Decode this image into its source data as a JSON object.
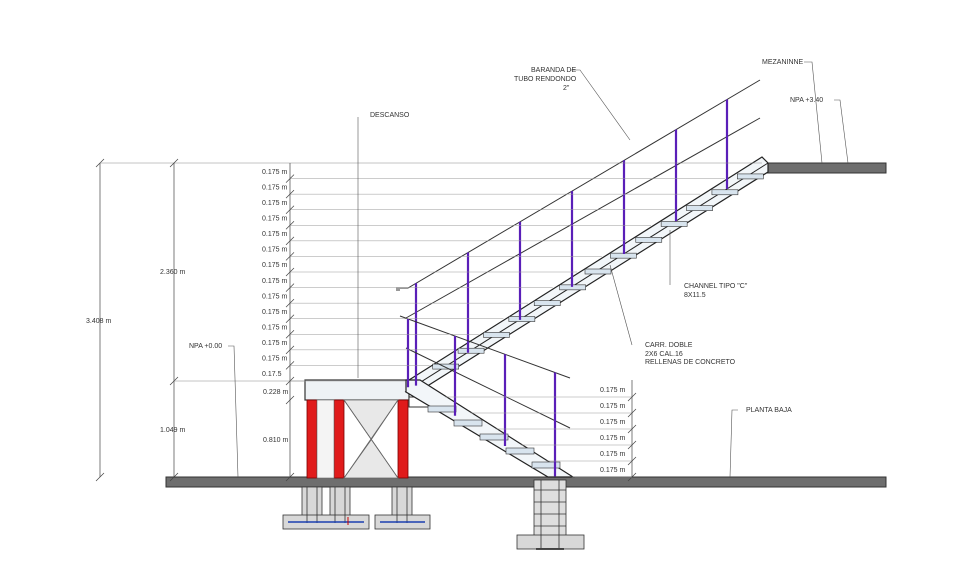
{
  "labels": {
    "mezzanine": "MEZANINNE",
    "npa_top": "NPA +3.40",
    "handrail": [
      "BARANDA DE",
      "TUBO RENDONDO",
      "2\""
    ],
    "landing": "DESCANSO",
    "channel": [
      "CHANNEL TIPO \"C\"",
      "8X11.5"
    ],
    "stringer": [
      "CARR. DOBLE",
      "2X6 CAL.16",
      "RELLENAS DE CONCRETO"
    ],
    "npa_ground": "NPA +0.00",
    "ground_floor": "PLANTA BAJA"
  },
  "dimensions": {
    "total_height": "3.408 m",
    "upper_flight_height": "2.360 m",
    "lower_height": "1.049 m",
    "landing_thickness": "0.228 m",
    "column_height": "0.810 m",
    "upper_risers": [
      "0.175 m",
      "0.175 m",
      "0.175 m",
      "0.175 m",
      "0.175 m",
      "0.175 m",
      "0.175 m",
      "0.175 m",
      "0.175 m",
      "0.175 m",
      "0.175 m",
      "0.175 m",
      "0.175 m",
      "0.17.5"
    ],
    "lower_risers": [
      "0.175 m",
      "0.175 m",
      "0.175 m",
      "0.175 m",
      "0.175 m",
      "0.175 m"
    ]
  },
  "colors": {
    "line": "#555555",
    "slab": "#6e6e6e",
    "rail_post": "#5a1fb8",
    "column": "#e01b1b",
    "tread": "#d8e4ee"
  }
}
